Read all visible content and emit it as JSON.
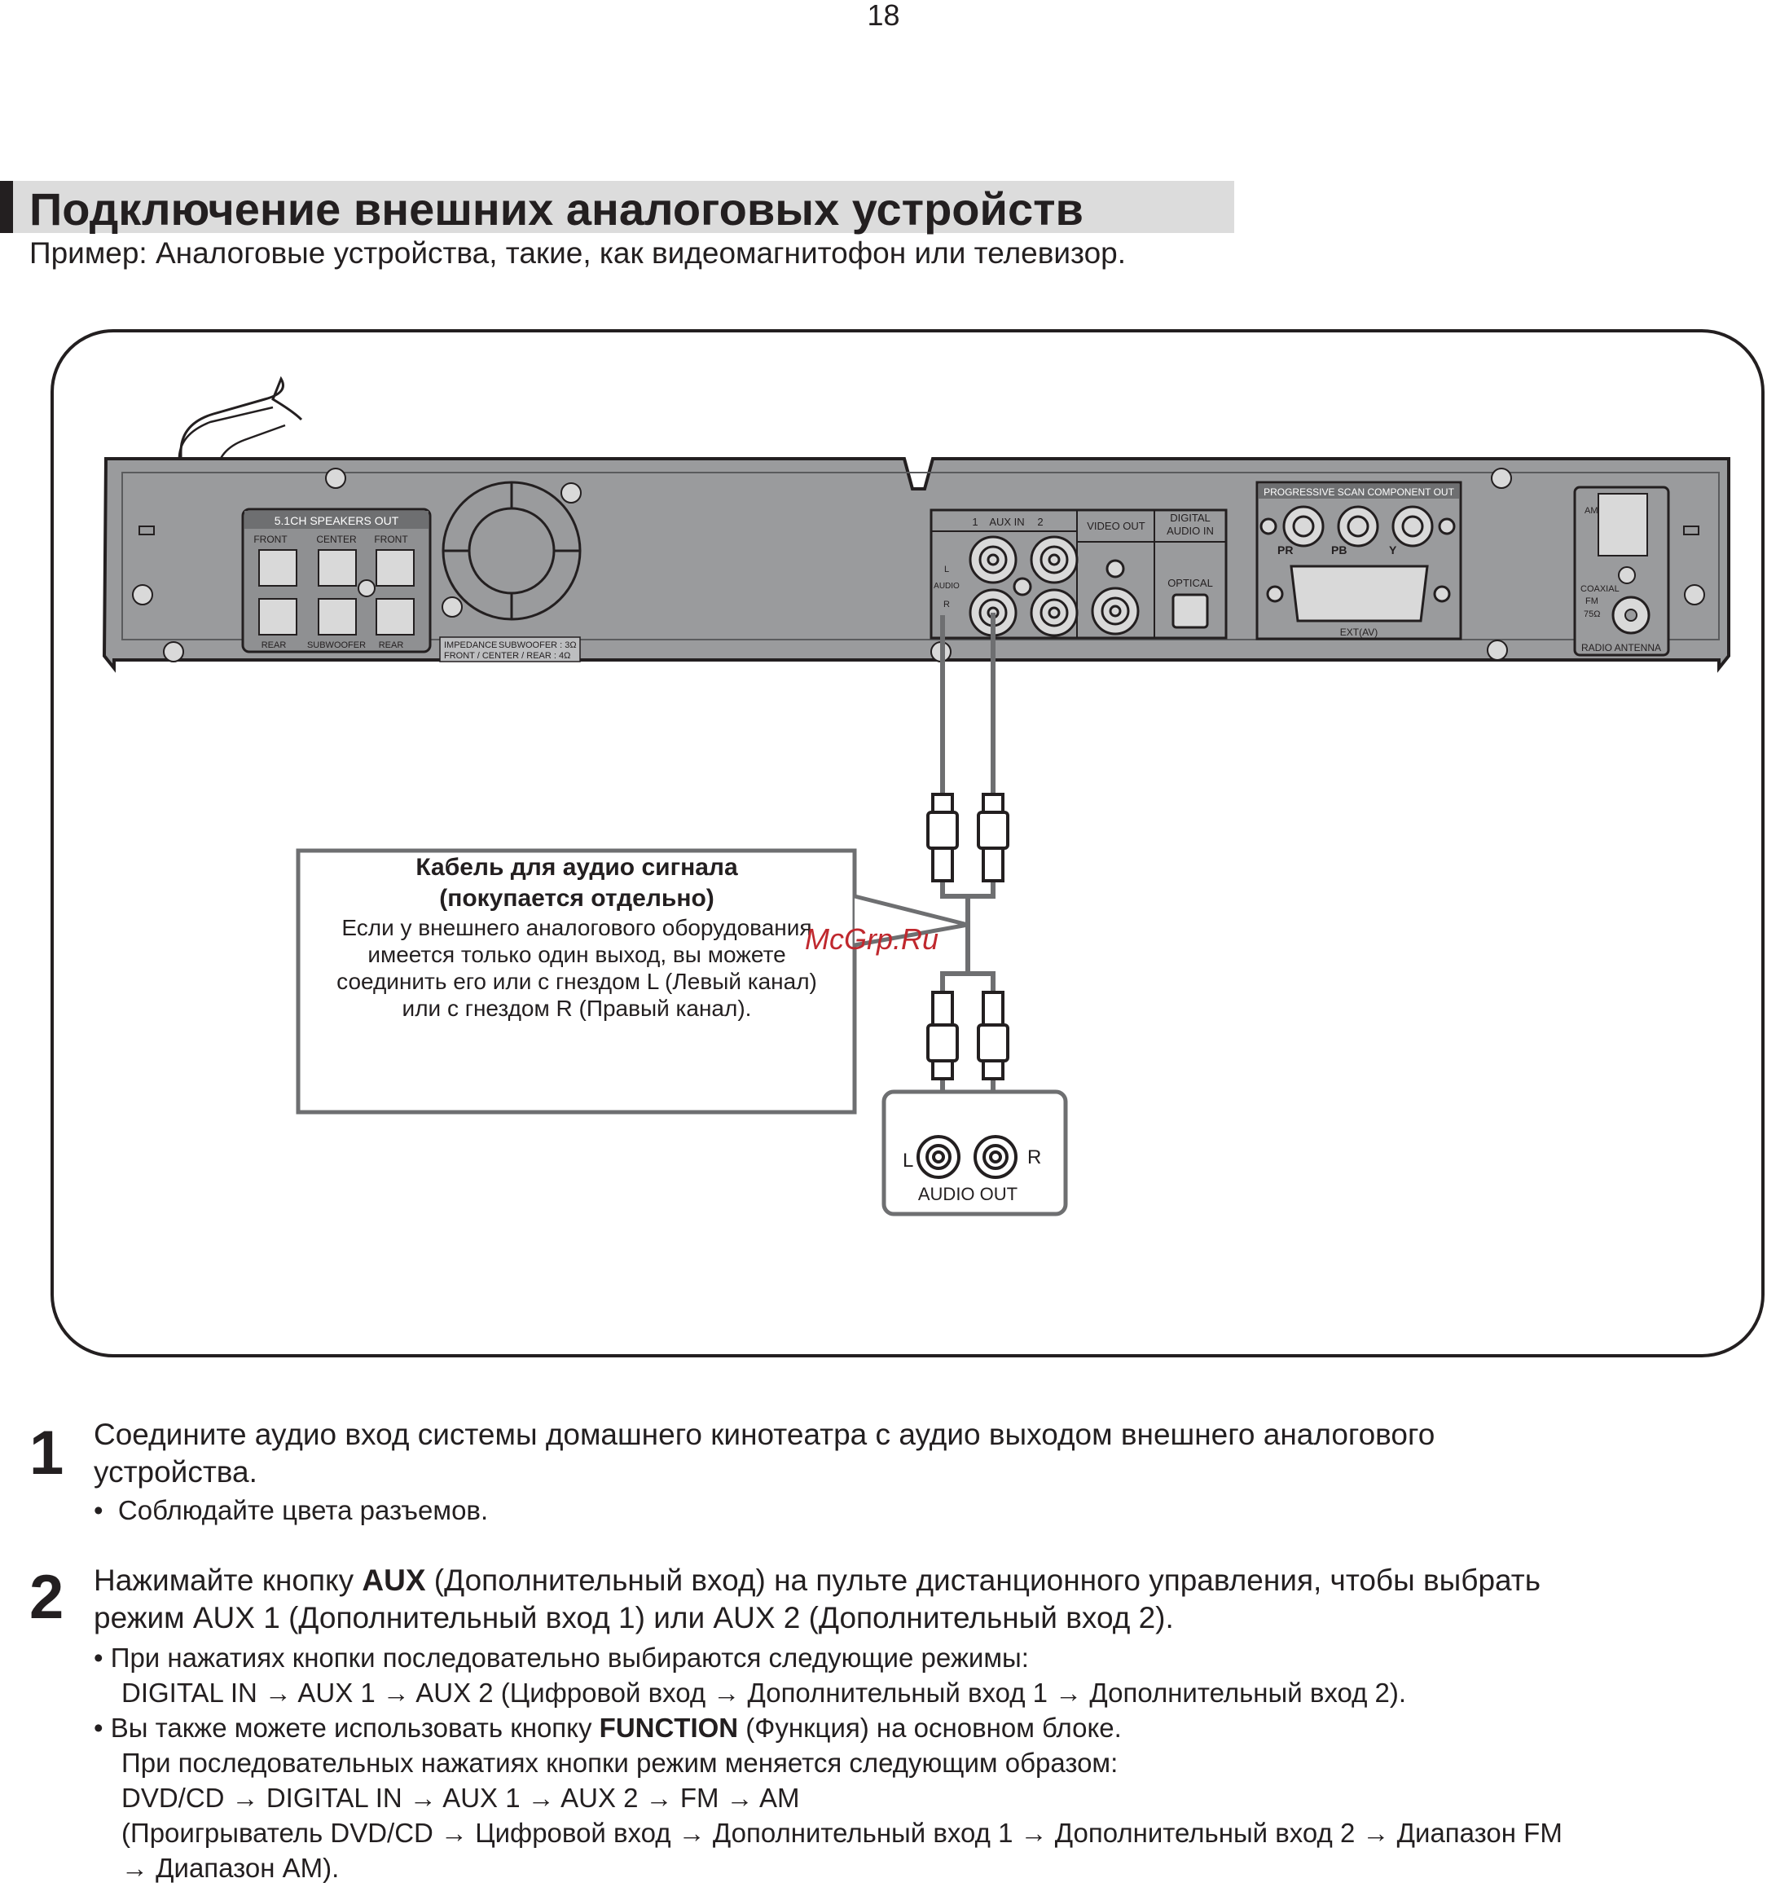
{
  "page_number": "18",
  "section_title": "Подключение внешних аналоговых устройств",
  "subtitle": "Пример: Аналоговые устройства, такие, как видеомагнитофон или телевизор.",
  "diagram": {
    "speakers_panel": {
      "title": "5.1CH SPEAKERS OUT",
      "front_l": "FRONT",
      "center": "CENTER",
      "front_r": "FRONT",
      "rear_r": "REAR",
      "subwoofer": "SUBWOOFER",
      "rear_l": "REAR",
      "impedance": "IMPEDANCE",
      "impedance_sub": "SUBWOOFER : 3Ω",
      "impedance_other": "FRONT / CENTER / REAR : 4Ω"
    },
    "aux_in": {
      "label": "AUX IN",
      "num1": "1",
      "num2": "2",
      "audio": "AUDIO",
      "l": "L",
      "r": "R"
    },
    "video_out": "VIDEO OUT",
    "digital_audio_in": [
      "DIGITAL",
      "AUDIO IN"
    ],
    "optical": "OPTICAL",
    "progressive": {
      "title": "PROGRESSIVE SCAN COMPONENT OUT",
      "pr": "PR",
      "pb": "PB",
      "y": "Y",
      "ext": "EXT(AV)"
    },
    "antenna": {
      "am": "AM",
      "coaxial": "COAXIAL",
      "fm": "FM",
      "ohm": "75Ω",
      "title": "RADIO ANTENNA"
    },
    "audio_out": {
      "label": "AUDIO OUT",
      "l": "L",
      "r": "R"
    }
  },
  "callout": {
    "title_line1": "Кабель для аудио сигнала",
    "title_line2": "(покупается отдельно)",
    "body_lines": [
      "Если у внешнего аналогового оборудования",
      "имеется только один выход, вы можете",
      "соединить его или с гнездом L (Левый канал)",
      "или с гнездом R (Правый канал)."
    ]
  },
  "watermark": "McGrp.Ru",
  "steps": [
    {
      "number": "1",
      "lines": [
        "Соедините аудио вход системы домашнего кинотеатра с аудио выходом внешнего аналогового",
        "устройства."
      ],
      "bullets": [
        {
          "lines": [
            "Соблюдайте цвета разъемов."
          ]
        }
      ]
    },
    {
      "number": "2",
      "text_before": "Нажимайте кнопку ",
      "bold": "AUX",
      "text_after": " (Дополнительный вход) на пульте дистанционного управления, чтобы выбрать",
      "line2": "режим AUX 1 (Дополнительный вход 1) или AUX 2 (Дополнительный вход 2).",
      "bullet1": {
        "line1": "При нажатиях кнопки последовательно выбираются следующие режимы:",
        "line2": "DIGITAL IN → AUX 1 → AUX 2 (Цифровой вход → Дополнительный вход 1 → Дополнительный вход 2)."
      },
      "bullet2": {
        "before": "Вы также можете использовать кнопку ",
        "bold": "FUNCTION",
        "after": " (Функция) на основном блоке.",
        "line2": "При последовательных нажатиях кнопки режим меняется следующим образом:",
        "line3": "DVD/CD → DIGITAL IN → AUX 1 → AUX 2 → FM → AM",
        "line4": "(Проигрыватель DVD/CD → Цифровой вход → Дополнительный вход 1 → Дополнительный вход 2 → Диапазон FM",
        "line5": "→ Диапазон AM)."
      }
    }
  ]
}
